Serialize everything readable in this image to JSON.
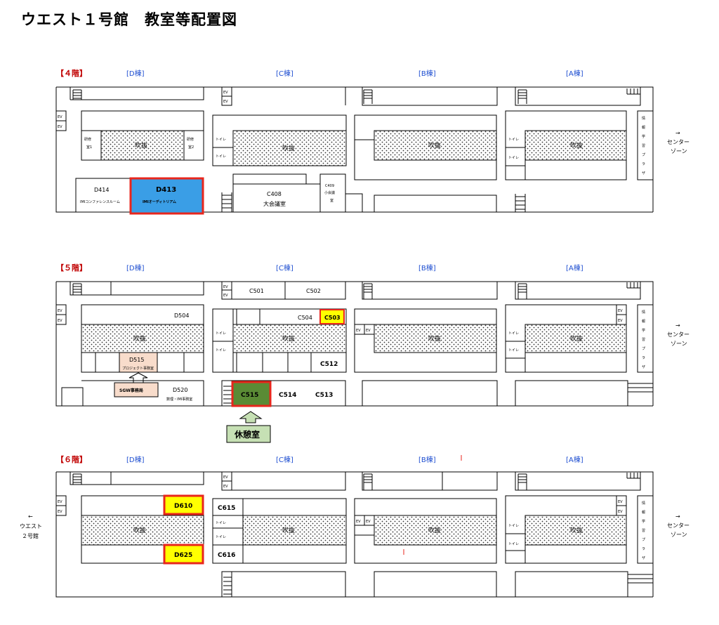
{
  "title": "ウエスト１号館　教室等配置図",
  "buildings": {
    "d": "[D棟]",
    "c": "[C棟]",
    "b": "[B棟]",
    "a": "[A棟]"
  },
  "common": {
    "ev": "EV",
    "toilet": "トイレ",
    "fukinuke": "吹抜",
    "plaza": [
      "情",
      "報",
      "学",
      "習",
      "プ",
      "ラ",
      "ザ"
    ],
    "center_zone": [
      "→",
      "センター",
      "ゾーン"
    ],
    "west2": [
      "←",
      "ウエスト",
      "２号館"
    ]
  },
  "floor4": {
    "label": "【４階】",
    "kenshu1": [
      "研修",
      "室1"
    ],
    "kenshu2": [
      "研修",
      "室2"
    ],
    "d414": {
      "code": "D414",
      "name": "IMIコンファレンスルーム"
    },
    "d413": {
      "code": "D413",
      "name": "IMIオーディトリアム"
    },
    "c408": {
      "code": "C408",
      "name": "大会議室"
    },
    "c409": {
      "code": "C409",
      "name": "小会議",
      "name2": "室"
    }
  },
  "floor5": {
    "label": "【５階】",
    "c501": "C501",
    "c502": "C502",
    "c504": "C504",
    "c503": "C503",
    "c512": "C512",
    "d504": "D504",
    "d515": {
      "code": "D515",
      "name": "プロジェクト事務室"
    },
    "sgw": "SGW事務局",
    "d520": {
      "code": "D520",
      "name": "数理・IMI事務室"
    },
    "c515": "C515",
    "c514": "C514",
    "c513": "C513",
    "rest": "休憩室"
  },
  "floor6": {
    "label": "【６階】",
    "d610": "D610",
    "d625": "D625",
    "c615": "C615",
    "c616": "C616"
  },
  "colors": {
    "floor_label": "#c00000",
    "building_label": "#1f4fd1",
    "highlight_border": "#e8261c",
    "yellow": "#ffff00",
    "blue": "#3a9ee6",
    "green": "#5a8b35",
    "rest_fill": "#c6e0b4",
    "peach": "#f8dccb"
  }
}
